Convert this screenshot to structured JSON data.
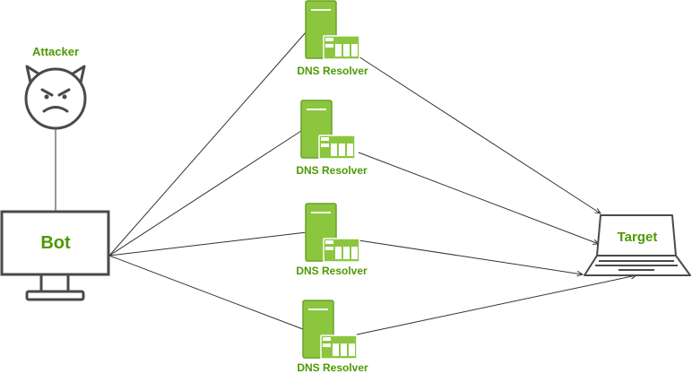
{
  "attacker": {
    "label": "Attacker",
    "icon": "angry-devil-face-icon"
  },
  "bot": {
    "label": "Bot",
    "icon": "computer-monitor-icon"
  },
  "resolvers": [
    {
      "label": "DNS Resolver",
      "icon": "server-icon"
    },
    {
      "label": "DNS Resolver",
      "icon": "server-icon"
    },
    {
      "label": "DNS Resolver",
      "icon": "server-icon"
    },
    {
      "label": "DNS Resolver",
      "icon": "server-icon"
    }
  ],
  "target": {
    "label": "Target",
    "icon": "laptop-icon"
  },
  "colors": {
    "label_green": "#4d9900",
    "server_fill": "#8cc63f",
    "server_stroke": "#6aa22a",
    "outline": "#4a4a4a",
    "edge": "#333333"
  }
}
